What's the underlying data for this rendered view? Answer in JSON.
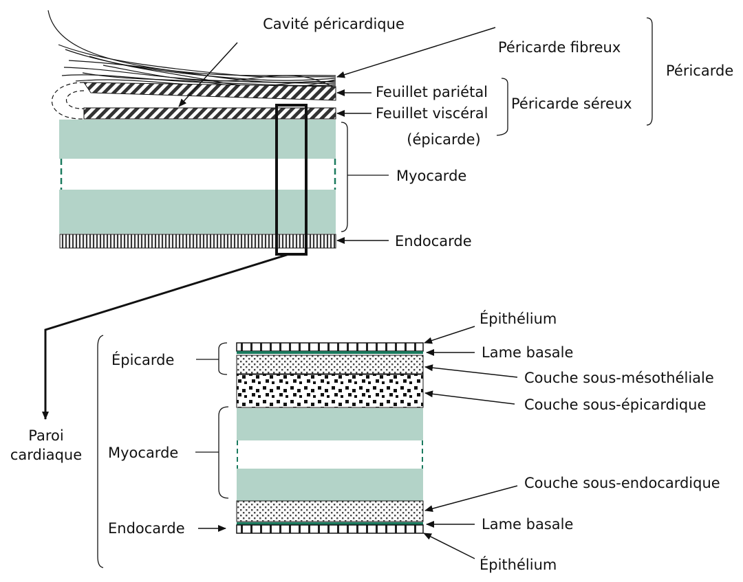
{
  "top": {
    "labels": {
      "cavite": "Cavité péricardique",
      "pericarde_fibreux": "Péricarde fibreux",
      "feuillet_parietal": "Feuillet pariétal",
      "feuillet_visceral": "Feuillet viscéral",
      "epicarde_paren": "(épicarde)",
      "pericarde_sereux": "Péricarde séreux",
      "pericarde": "Péricarde",
      "myocarde": "Myocarde",
      "endocarde": "Endocarde"
    }
  },
  "bottom": {
    "labels": {
      "paroi_line1": "Paroi",
      "paroi_line2": "cardiaque",
      "epicarde": "Épicarde",
      "myocarde": "Myocarde",
      "endocarde": "Endocarde",
      "epithelium_top": "Épithélium",
      "lame_basale_top": "Lame basale",
      "couche_sous_meso": "Couche sous-mésothéliale",
      "couche_sous_epi": "Couche sous-épicardique",
      "couche_sous_endo": "Couche sous-endocardique",
      "lame_basale_bottom": "Lame basale",
      "epithelium_bottom": "Épithélium"
    }
  },
  "colors": {
    "myocardium": "#b3d3c8",
    "basal_lamina": "#1a7a5e",
    "dash": "#1a7a5e",
    "ink": "#111111"
  }
}
